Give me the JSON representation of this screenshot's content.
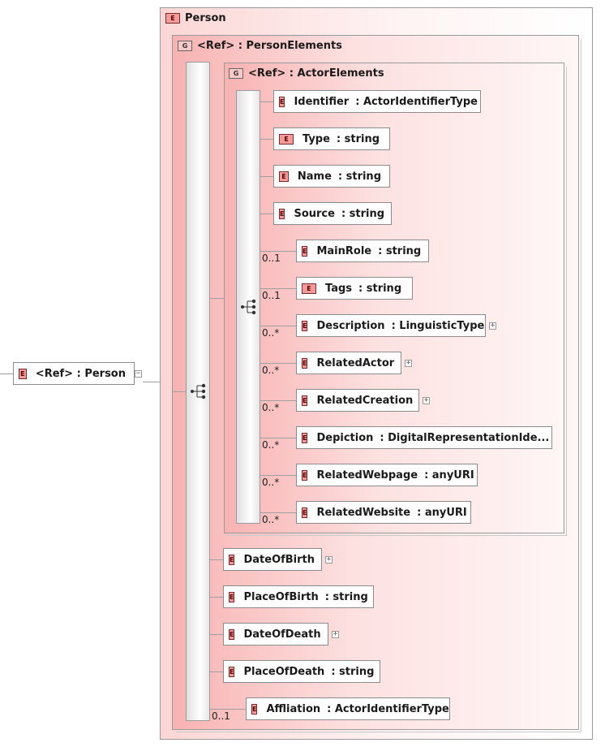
{
  "root": {
    "label": "<Ref> : Person",
    "badge": "E"
  },
  "person": {
    "label": "Person",
    "badge": "E"
  },
  "person_elements": {
    "label": "<Ref> : PersonElements",
    "badge": "G"
  },
  "actor_elements": {
    "label": "<Ref> : ActorElements",
    "badge": "G",
    "children": [
      {
        "name": "Identifier",
        "type": ": ActorIdentifierType",
        "card": "",
        "expand": false
      },
      {
        "name": "Type",
        "type": ": string",
        "card": "",
        "expand": false
      },
      {
        "name": "Name",
        "type": ": string",
        "card": "",
        "expand": false
      },
      {
        "name": "Source",
        "type": ": string",
        "card": "",
        "expand": false
      },
      {
        "name": "MainRole",
        "type": ": string",
        "card": "0..1",
        "expand": false
      },
      {
        "name": "Tags",
        "type": ": string",
        "card": "0..1",
        "expand": false
      },
      {
        "name": "Description",
        "type": ": LinguisticType",
        "card": "0..*",
        "expand": true
      },
      {
        "name": "RelatedActor",
        "type": "",
        "card": "0..*",
        "expand": true
      },
      {
        "name": "RelatedCreation",
        "type": "",
        "card": "0..*",
        "expand": true
      },
      {
        "name": "Depiction",
        "type": ": DigitalRepresentationIde...",
        "card": "0..*",
        "expand": false
      },
      {
        "name": "RelatedWebpage",
        "type": ": anyURI",
        "card": "0..*",
        "expand": false
      },
      {
        "name": "RelatedWebsite",
        "type": ": anyURI",
        "card": "0..*",
        "expand": false
      }
    ]
  },
  "person_children": [
    {
      "name": "DateOfBirth",
      "type": "",
      "card": "",
      "expand": true
    },
    {
      "name": "PlaceOfBirth",
      "type": ": string",
      "card": "",
      "expand": false
    },
    {
      "name": "DateOfDeath",
      "type": "",
      "card": "",
      "expand": true
    },
    {
      "name": "PlaceOfDeath",
      "type": ": string",
      "card": "",
      "expand": false
    },
    {
      "name": "Affliation",
      "type": ": ActorIdentifierType",
      "card": "0..1",
      "expand": false
    }
  ],
  "badge_letter": "E",
  "plus_glyph": "+",
  "minus_glyph": "−"
}
